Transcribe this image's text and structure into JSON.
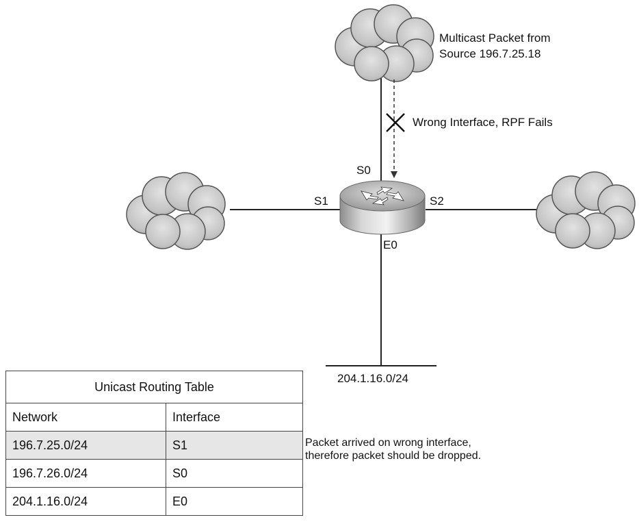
{
  "labels": {
    "source_line1": "Multicast Packet from",
    "source_line2": "Source 196.7.25.18",
    "rpf_fail": "Wrong Interface, RPF Fails",
    "s0": "S0",
    "s1": "S1",
    "s2": "S2",
    "e0": "E0",
    "lan_subnet": "204.1.16.0/24",
    "note_line1": "Packet arrived on wrong interface,",
    "note_line2": "therefore packet should be dropped."
  },
  "table": {
    "title": "Unicast Routing Table",
    "headers": [
      "Network",
      "Interface"
    ],
    "rows": [
      {
        "network": "196.7.25.0/24",
        "interface": "S1",
        "highlighted": true
      },
      {
        "network": "196.7.26.0/24",
        "interface": "S0",
        "highlighted": false
      },
      {
        "network": "204.1.16.0/24",
        "interface": "E0",
        "highlighted": false
      }
    ]
  }
}
